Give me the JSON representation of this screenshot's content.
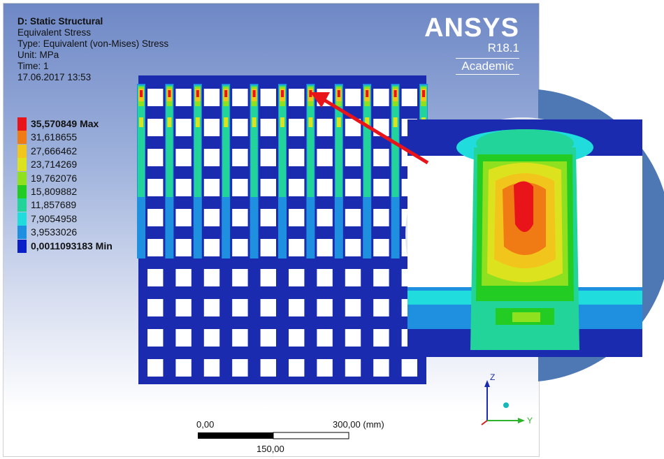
{
  "header": {
    "analysis": "D: Static Structural",
    "result": "Equivalent Stress",
    "type": "Type: Equivalent (von-Mises) Stress",
    "unit": "Unit: MPa",
    "time": "Time: 1",
    "timestamp": "17.06.2017 13:53"
  },
  "logo": {
    "name": "ANSYS",
    "version": "R18.1",
    "edition": "Academic"
  },
  "legend": {
    "items": [
      {
        "label": "35,570849 Max",
        "color": "#e8141a",
        "bold": true
      },
      {
        "label": "31,618655",
        "color": "#f07a14",
        "bold": false
      },
      {
        "label": "27,666462",
        "color": "#f2c51c",
        "bold": false
      },
      {
        "label": "23,714269",
        "color": "#dde21f",
        "bold": false
      },
      {
        "label": "19,762076",
        "color": "#8fe01e",
        "bold": false
      },
      {
        "label": "15,809882",
        "color": "#22cc22",
        "bold": false
      },
      {
        "label": "11,857689",
        "color": "#22d49a",
        "bold": false
      },
      {
        "label": "7,9054958",
        "color": "#20dcdc",
        "bold": false
      },
      {
        "label": "3,9533026",
        "color": "#1f8fe0",
        "bold": false
      },
      {
        "label": "0,0011093183 Min",
        "color": "#0b1fc9",
        "bold": true
      }
    ]
  },
  "scale": {
    "left": "0,00",
    "right": "300,00 (mm)",
    "mid": "150,00"
  },
  "triad": {
    "z": "Z",
    "y": "Y"
  },
  "colors": {
    "mesh_blue": "#1a2bb0",
    "grid_fill": "#ffffff",
    "bubble": "#4e78b4"
  }
}
